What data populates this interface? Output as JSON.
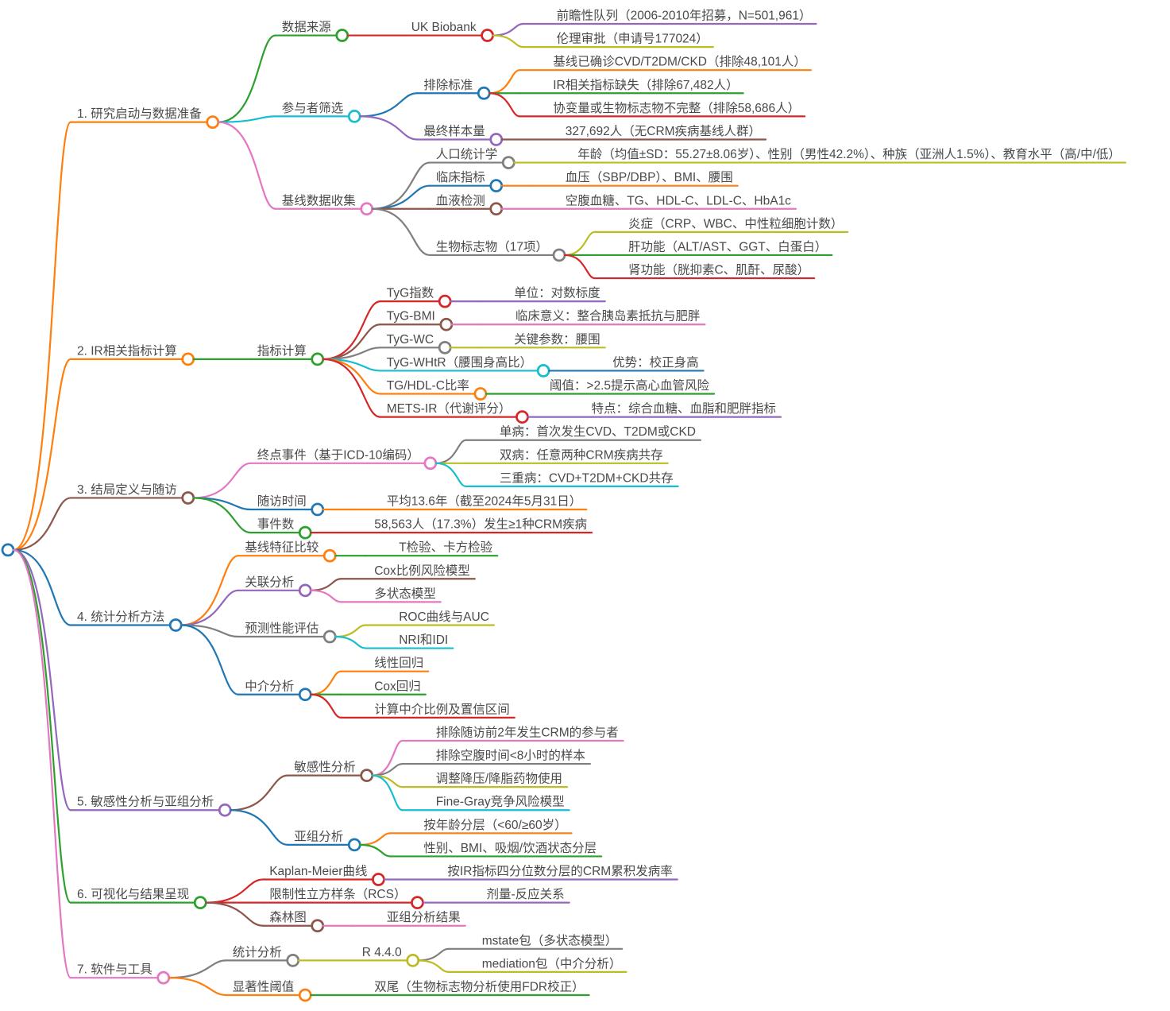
{
  "canvas": {
    "background": "#ffffff",
    "text_color": "#4a4a4a"
  },
  "palette": {
    "blue": "#1f77b4",
    "orange": "#ff7f0e",
    "green": "#2ca02c",
    "red": "#d62728",
    "purple": "#9467bd",
    "brown": "#8c564b",
    "pink": "#e377c2",
    "gray": "#7f7f7f",
    "olive": "#bcbd22",
    "cyan": "#17becf"
  },
  "mindmap": {
    "root": {
      "label": "",
      "color": "#1f77b4",
      "children": [
        {
          "label": "1. 研究启动与数据准备",
          "color": "#ff7f0e",
          "children": [
            {
              "label": "数据来源",
              "color": "#2ca02c",
              "children": [
                {
                  "label": "UK Biobank",
                  "color": "#d62728",
                  "children": [
                    {
                      "label": "前瞻性队列（2006-2010年招募，N=501,961）",
                      "color": "#9467bd"
                    },
                    {
                      "label": "伦理审批（申请号177024）",
                      "color": "#bcbd22"
                    }
                  ]
                }
              ]
            },
            {
              "label": "参与者筛选",
              "color": "#17becf",
              "children": [
                {
                  "label": "排除标准",
                  "color": "#1f77b4",
                  "children": [
                    {
                      "label": "基线已确诊CVD/T2DM/CKD（排除48,101人）",
                      "color": "#ff7f0e"
                    },
                    {
                      "label": "IR相关指标缺失（排除67,482人）",
                      "color": "#2ca02c"
                    },
                    {
                      "label": "协变量或生物标志物不完整（排除58,686人）",
                      "color": "#d62728"
                    }
                  ]
                },
                {
                  "label": "最终样本量",
                  "color": "#9467bd",
                  "children": [
                    {
                      "label": "327,692人（无CRM疾病基线人群）",
                      "color": "#8c564b"
                    }
                  ]
                }
              ]
            },
            {
              "label": "基线数据收集",
              "color": "#e377c2",
              "children": [
                {
                  "label": "人口统计学",
                  "color": "#7f7f7f",
                  "children": [
                    {
                      "label": "年龄（均值±SD：55.27±8.06岁）、性别（男性42.2%）、种族（亚洲人1.5%）、教育水平（高/中/低）",
                      "color": "#bcbd22"
                    }
                  ]
                },
                {
                  "label": "临床指标",
                  "color": "#1f77b4",
                  "children": [
                    {
                      "label": "血压（SBP/DBP）、BMI、腰围",
                      "color": "#ff7f0e"
                    }
                  ]
                },
                {
                  "label": "血液检测",
                  "color": "#8c564b",
                  "children": [
                    {
                      "label": "空腹血糖、TG、HDL-C、LDL-C、HbA1c",
                      "color": "#e377c2"
                    }
                  ]
                },
                {
                  "label": "生物标志物（17项）",
                  "color": "#7f7f7f",
                  "children": [
                    {
                      "label": "炎症（CRP、WBC、中性粒细胞计数）",
                      "color": "#bcbd22"
                    },
                    {
                      "label": "肝功能（ALT/AST、GGT、白蛋白）",
                      "color": "#2ca02c"
                    },
                    {
                      "label": "肾功能（胱抑素C、肌酐、尿酸）",
                      "color": "#d62728"
                    }
                  ]
                }
              ]
            }
          ]
        },
        {
          "label": "2. IR相关指标计算",
          "color": "#ff7f0e",
          "children": [
            {
              "label": "指标计算",
              "color": "#2ca02c",
              "children": [
                {
                  "label": "TyG指数",
                  "color": "#d62728",
                  "children": [
                    {
                      "label": "单位：对数标度",
                      "color": "#9467bd"
                    }
                  ]
                },
                {
                  "label": "TyG-BMI",
                  "color": "#8c564b",
                  "children": [
                    {
                      "label": "临床意义：整合胰岛素抵抗与肥胖",
                      "color": "#e377c2"
                    }
                  ]
                },
                {
                  "label": "TyG-WC",
                  "color": "#7f7f7f",
                  "children": [
                    {
                      "label": "关键参数：腰围",
                      "color": "#bcbd22"
                    }
                  ]
                },
                {
                  "label": "TyG-WHtR（腰围身高比）",
                  "color": "#17becf",
                  "children": [
                    {
                      "label": "优势：校正身高",
                      "color": "#1f77b4"
                    }
                  ]
                },
                {
                  "label": "TG/HDL-C比率",
                  "color": "#ff7f0e",
                  "children": [
                    {
                      "label": "阈值：>2.5提示高心血管风险",
                      "color": "#2ca02c"
                    }
                  ]
                },
                {
                  "label": "METS-IR（代谢评分）",
                  "color": "#d62728",
                  "children": [
                    {
                      "label": "特点：综合血糖、血脂和肥胖指标",
                      "color": "#9467bd"
                    }
                  ]
                }
              ]
            }
          ]
        },
        {
          "label": "3. 结局定义与随访",
          "color": "#8c564b",
          "children": [
            {
              "label": "终点事件（基于ICD-10编码）",
              "color": "#e377c2",
              "children": [
                {
                  "label": "单病：首次发生CVD、T2DM或CKD",
                  "color": "#7f7f7f"
                },
                {
                  "label": "双病：任意两种CRM疾病共存",
                  "color": "#bcbd22"
                },
                {
                  "label": "三重病：CVD+T2DM+CKD共存",
                  "color": "#17becf"
                }
              ]
            },
            {
              "label": "随访时间",
              "color": "#1f77b4",
              "children": [
                {
                  "label": "平均13.6年（截至2024年5月31日）",
                  "color": "#ff7f0e"
                }
              ]
            },
            {
              "label": "事件数",
              "color": "#2ca02c",
              "children": [
                {
                  "label": "58,563人（17.3%）发生≥1种CRM疾病",
                  "color": "#d62728"
                }
              ]
            }
          ]
        },
        {
          "label": "4. 统计分析方法",
          "color": "#1f77b4",
          "children": [
            {
              "label": "基线特征比较",
              "color": "#ff7f0e",
              "children": [
                {
                  "label": "T检验、卡方检验",
                  "color": "#2ca02c"
                }
              ]
            },
            {
              "label": "关联分析",
              "color": "#9467bd",
              "children": [
                {
                  "label": "Cox比例风险模型",
                  "color": "#8c564b"
                },
                {
                  "label": "多状态模型",
                  "color": "#e377c2"
                }
              ]
            },
            {
              "label": "预测性能评估",
              "color": "#7f7f7f",
              "children": [
                {
                  "label": "ROC曲线与AUC",
                  "color": "#bcbd22"
                },
                {
                  "label": "NRI和IDI",
                  "color": "#17becf"
                }
              ]
            },
            {
              "label": "中介分析",
              "color": "#1f77b4",
              "children": [
                {
                  "label": "线性回归",
                  "color": "#ff7f0e"
                },
                {
                  "label": "Cox回归",
                  "color": "#2ca02c"
                },
                {
                  "label": "计算中介比例及置信区间",
                  "color": "#d62728"
                }
              ]
            }
          ]
        },
        {
          "label": "5. 敏感性分析与亚组分析",
          "color": "#9467bd",
          "children": [
            {
              "label": "敏感性分析",
              "color": "#8c564b",
              "children": [
                {
                  "label": "排除随访前2年发生CRM的参与者",
                  "color": "#e377c2"
                },
                {
                  "label": "排除空腹时间<8小时的样本",
                  "color": "#7f7f7f"
                },
                {
                  "label": "调整降压/降脂药物使用",
                  "color": "#bcbd22"
                },
                {
                  "label": "Fine-Gray竞争风险模型",
                  "color": "#17becf"
                }
              ]
            },
            {
              "label": "亚组分析",
              "color": "#1f77b4",
              "children": [
                {
                  "label": "按年龄分层（<60/≥60岁）",
                  "color": "#ff7f0e"
                },
                {
                  "label": "性别、BMI、吸烟/饮酒状态分层",
                  "color": "#2ca02c"
                }
              ]
            }
          ]
        },
        {
          "label": "6. 可视化与结果呈现",
          "color": "#2ca02c",
          "children": [
            {
              "label": "Kaplan-Meier曲线",
              "color": "#d62728",
              "children": [
                {
                  "label": "按IR指标四分位数分层的CRM累积发病率",
                  "color": "#9467bd"
                }
              ]
            },
            {
              "label": "限制性立方样条（RCS）",
              "color": "#d62728",
              "children": [
                {
                  "label": "剂量-反应关系",
                  "color": "#9467bd"
                }
              ]
            },
            {
              "label": "森林图",
              "color": "#8c564b",
              "children": [
                {
                  "label": "亚组分析结果",
                  "color": "#e377c2"
                }
              ]
            }
          ]
        },
        {
          "label": "7. 软件与工具",
          "color": "#e377c2",
          "children": [
            {
              "label": "统计分析",
              "color": "#7f7f7f",
              "children": [
                {
                  "label": "R 4.4.0",
                  "color": "#bcbd22",
                  "children": [
                    {
                      "label": "mstate包（多状态模型）",
                      "color": "#7f7f7f"
                    },
                    {
                      "label": "mediation包（中介分析）",
                      "color": "#bcbd22"
                    }
                  ]
                }
              ]
            },
            {
              "label": "显著性阈值",
              "color": "#ff7f0e",
              "children": [
                {
                  "label": "双尾（生物标志物分析使用FDR校正）",
                  "color": "#2ca02c"
                }
              ]
            }
          ]
        }
      ]
    }
  }
}
